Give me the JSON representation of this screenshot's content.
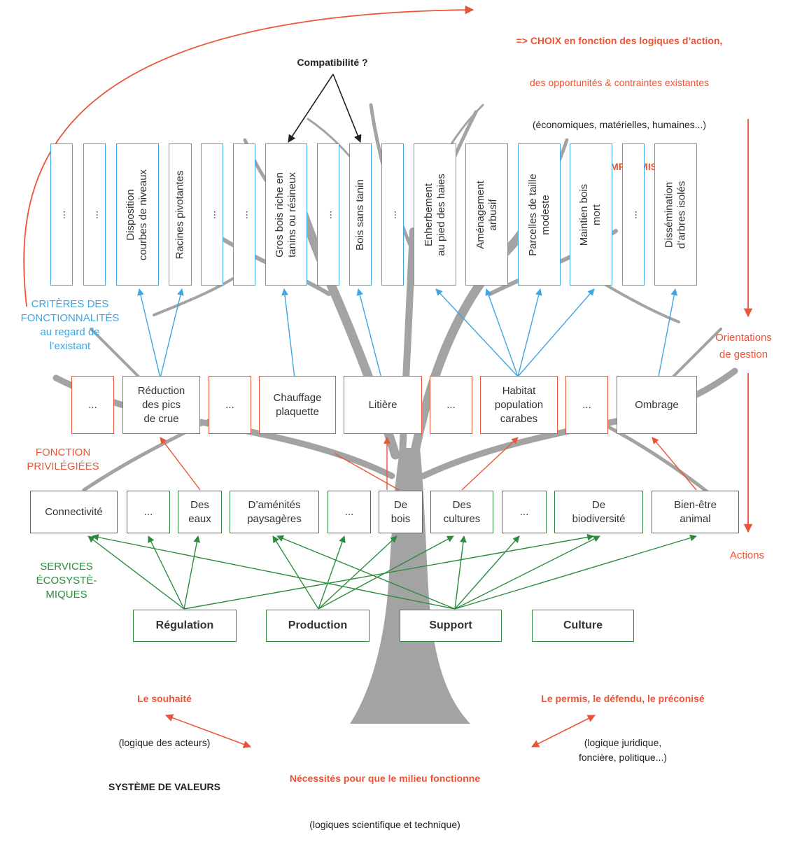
{
  "colors": {
    "criteria": "#3ea6e3",
    "functions": "#ea5538",
    "services": "#2e8b3e",
    "tree": "#a3a3a3",
    "arrows_dark": "#222222"
  },
  "header": {
    "line1": "=> CHOIX en fonction des logiques d’action,",
    "line2": "des opportunités & contraintes existantes",
    "line3": "(économiques, matérielles, humaines...)",
    "line4": "=> COMPROMIS"
  },
  "compatibility": "Compatibilité ?",
  "criteria": [
    "...",
    "...",
    "Disposition\ncourbes de niveaux",
    "Racines pivotantes",
    "...",
    "...",
    "Gros bois riche en\ntanins ou résineux",
    "...",
    "Bois sans tanin",
    "...",
    "Enherbement\nau pied des haies",
    "Aménagement\narbusif",
    "Parcelles de taille\nmodeste",
    "Maintien bois\nmort",
    "...",
    "Dissémination\nd’arbres isolés"
  ],
  "functions": [
    "...",
    "Réduction\ndes pics\nde crue",
    "...",
    "Chauffage\nplaquette",
    "Litière",
    "...",
    "Habitat\npopulation\ncarabes",
    "...",
    "Ombrage"
  ],
  "services": [
    "Connectivité",
    "...",
    "Des\neaux",
    "D’aménités\npaysagères",
    "...",
    "De\nbois",
    "Des\ncultures",
    "...",
    "De\nbiodiversité",
    "Bien-être\nanimal"
  ],
  "categories": [
    "Régulation",
    "Production",
    "Support",
    "Culture"
  ],
  "labels": {
    "criteria": "CRITÈRES DES\nFONCTIONNALITÉS\nau regard de\nl’existant",
    "functions": "FONCTION\nPRIVILÉGIÉES",
    "services": "SERVICES\nÉCOSYSTÈ-\nMIQUES",
    "orientations": "Orientations\nde gestion",
    "actions": "Actions"
  },
  "bottom": {
    "left_title": "Le souhaité",
    "left_sub": "(logique des acteurs)",
    "left_values": "SYSTÈME DE VALEURS",
    "right_title": "Le permis, le défendu, le préconisé",
    "right_sub": "(logique juridique,\nfoncière, politique...)",
    "center_title": "Nécessités pour que le milieu fonctionne",
    "center_sub": "(logiques scientifique et technique)"
  }
}
